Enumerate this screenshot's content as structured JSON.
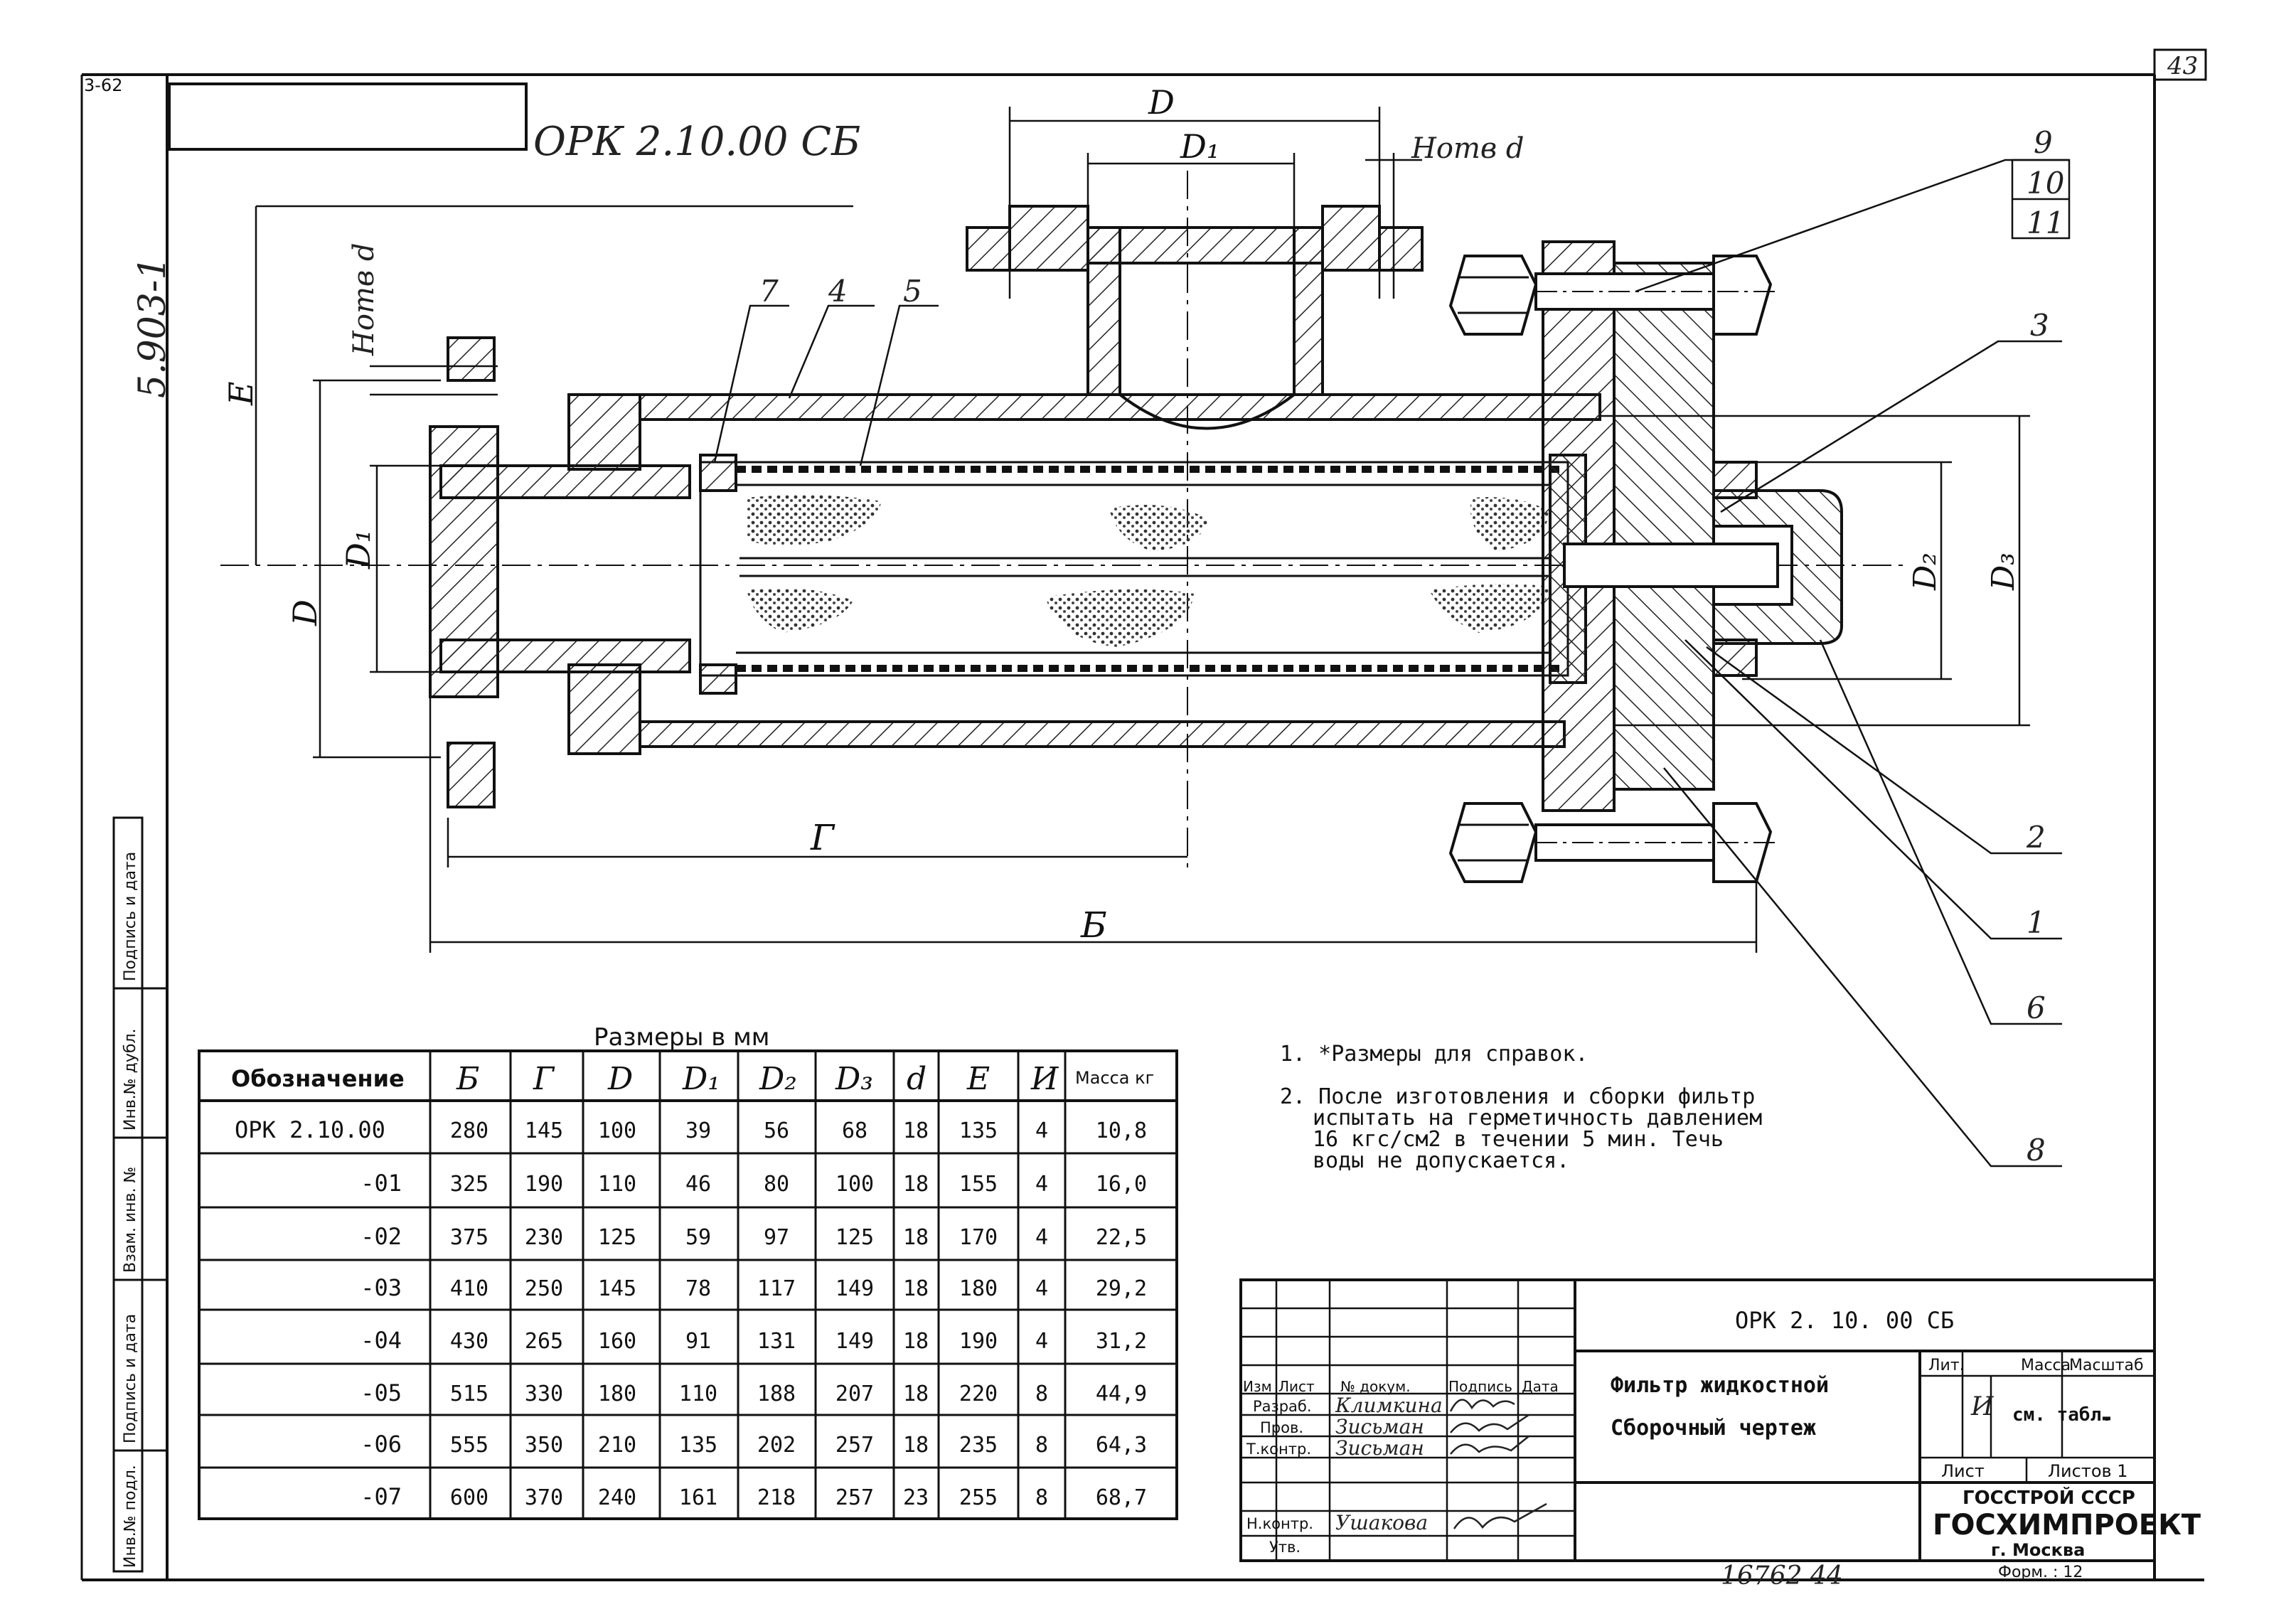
{
  "sheet": {
    "page_number": "43",
    "corner_code": "3-62",
    "album_code": "5.903-1",
    "mirrored_code": "ОРК 2.10.00 СБ",
    "bottom_code": "16762 44",
    "form": "Форм. : 12"
  },
  "side_stamp": {
    "items": [
      "Подпись и дата",
      "Инв.№ дубл.",
      "Взам. инв. №",
      "Подпись и дата",
      "Инв.№ подл."
    ]
  },
  "drawing": {
    "top_dims": {
      "D": "D",
      "D1": "D₁",
      "holes": "Нотв d"
    },
    "left_dims": {
      "E": "E",
      "holes": "Нотв d",
      "D": "D",
      "D1": "D₁"
    },
    "right_dims": {
      "D2": "D₂",
      "D3": "D₃"
    },
    "bottom_dims": {
      "G": "Г",
      "B": "Б"
    },
    "callouts": [
      "9",
      "10",
      "11",
      "3",
      "2",
      "1",
      "6",
      "8",
      "7",
      "4",
      "5"
    ]
  },
  "table": {
    "title": "Размеры в мм",
    "headers": [
      "Обозначение",
      "Б",
      "Г",
      "D",
      "D₁",
      "D₂",
      "D₃",
      "d",
      "E",
      "И",
      "Масса кг"
    ],
    "rows": [
      [
        "ОРК 2.10.00",
        "280",
        "145",
        "100",
        "39",
        "56",
        "68",
        "18",
        "135",
        "4",
        "10,8"
      ],
      [
        "-01",
        "325",
        "190",
        "110",
        "46",
        "80",
        "100",
        "18",
        "155",
        "4",
        "16,0"
      ],
      [
        "-02",
        "375",
        "230",
        "125",
        "59",
        "97",
        "125",
        "18",
        "170",
        "4",
        "22,5"
      ],
      [
        "-03",
        "410",
        "250",
        "145",
        "78",
        "117",
        "149",
        "18",
        "180",
        "4",
        "29,2"
      ],
      [
        "-04",
        "430",
        "265",
        "160",
        "91",
        "131",
        "149",
        "18",
        "190",
        "4",
        "31,2"
      ],
      [
        "-05",
        "515",
        "330",
        "180",
        "110",
        "188",
        "207",
        "18",
        "220",
        "8",
        "44,9"
      ],
      [
        "-06",
        "555",
        "350",
        "210",
        "135",
        "202",
        "257",
        "18",
        "235",
        "8",
        "64,3"
      ],
      [
        "-07",
        "600",
        "370",
        "240",
        "161",
        "218",
        "257",
        "23",
        "255",
        "8",
        "68,7"
      ]
    ]
  },
  "notes": [
    "1. *Размеры для справок.",
    "2. После изготовления и сборки фильтр",
    "испытать на герметичность давлением",
    "16 кгс/см2 в течении 5 мин. Течь",
    "воды не допускается."
  ],
  "title_block": {
    "doc_code": "ОРК 2. 10. 00 СБ",
    "name": "Фильтр жидкостной",
    "doc_type": "Сборочный чертеж",
    "col_heads": [
      "Изм",
      "Лист",
      "№ докум.",
      "Подпись",
      "Дата"
    ],
    "roles": [
      "Разраб.",
      "Пров.",
      "Т.контр.",
      "Н.контр.",
      "Утв."
    ],
    "people": [
      "Климкина",
      "Зисьман",
      "Зисьман",
      "Ушакова",
      ""
    ],
    "lit_label": "Лит.",
    "lit_value": "И",
    "mass_label": "Масса",
    "mass_value": "см. табл.",
    "scale_label": "Масштаб",
    "scale_value": "-",
    "sheet_label": "Лист",
    "sheets_label": "Листов 1",
    "org1": "ГОССТРОЙ СССР",
    "org2": "ГОСХИМПРОЕКТ",
    "org3": "г. Москва"
  }
}
